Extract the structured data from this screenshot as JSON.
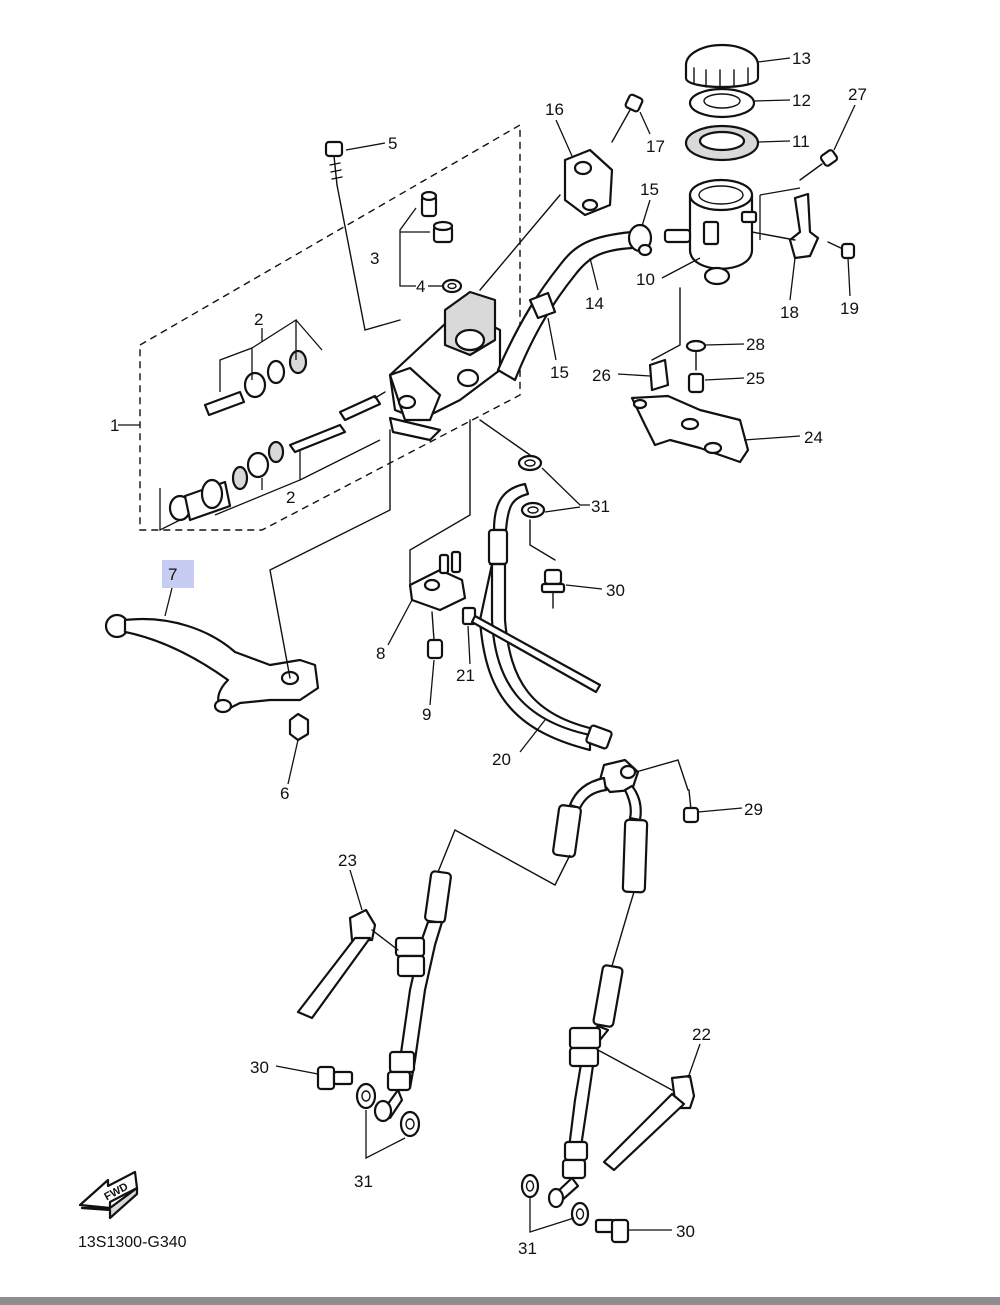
{
  "diagram": {
    "drawing_code": "13S1300-G340",
    "fwd_label": "FWD",
    "highlighted_callout": "7",
    "highlight_color": "#c7ccf3",
    "callouts": {
      "c1": "1",
      "c2a": "2",
      "c2b": "2",
      "c3": "3",
      "c4": "4",
      "c5": "5",
      "c6": "6",
      "c7": "7",
      "c8": "8",
      "c9": "9",
      "c10": "10",
      "c11": "11",
      "c12": "12",
      "c13": "13",
      "c14": "14",
      "c15a": "15",
      "c15b": "15",
      "c16": "16",
      "c17": "17",
      "c18": "18",
      "c19": "19",
      "c20": "20",
      "c21": "21",
      "c22": "22",
      "c23": "23",
      "c24": "24",
      "c25": "25",
      "c26": "26",
      "c27": "27",
      "c28": "28",
      "c29": "29",
      "c30a": "30",
      "c30b": "30",
      "c30c": "30",
      "c31a": "31",
      "c31b": "31",
      "c31c": "31"
    }
  }
}
